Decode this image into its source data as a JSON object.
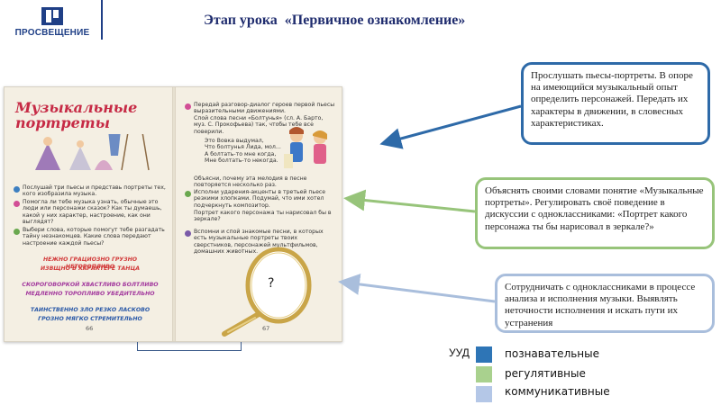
{
  "header": {
    "logo_text": "ПРОСВЕЩЕНИЕ",
    "title": "Этап урока  «Первичное ознакомление»"
  },
  "book": {
    "title": "Музыкальные портреты",
    "left": {
      "p1": "Послушай три пьесы и представь портреты тех, кого изобразила музыка.",
      "p2": "Помогла ли тебе музыка узнать, обычные это люди или персонажи сказок? Как ты думаешь, какой у них характер, настроение, как они выглядят?",
      "p3": "Выбери слова, которые помогут тебе разгадать тайну незнакомцев. Какие слова передают настроение каждой пьесы?",
      "words_red_1": "НЕЖНО  ГРАЦИОЗНО  ГРУЗНО  НЕТОРОПЛИВО",
      "words_red_2": "ИЗВЩНО  В ХАРАКТЕРЕ  ТАНЦА",
      "words_purple_1": "СКОРОГОВОРКОЙ  ХВАСТЛИВО  БОЛТЛИВО",
      "words_purple_2": "МЕДЛЕННО  ТОРОПЛИВО  УБЕДИТЕЛЬНО",
      "words_blue_1": "ТАИНСТВЕННО  ЗЛО  РЕЗКО  ЛАСКОВО",
      "words_blue_2": "ГРОЗНО  МЯГКО  СТРЕМИТЕЛЬНО",
      "page_number": "66"
    },
    "right": {
      "p1": "Передай разговор-диалог героев первой пьесы выразительными движениями.",
      "p1b": "Спой слова песни «Болтунья» (сл. А. Барто, муз. С. Прокофьева) так, чтобы тебе все поверили.",
      "poem_1": "Это Вовка выдумал,",
      "poem_2": "Что болтунья Лида, мол...",
      "poem_3": "А болтать-то мне когда,",
      "poem_4": "Мне болтать-то некогда.",
      "p2": "Объясни, почему эта мелодия в песне повторяется несколько раз.",
      "p3": "Исполни ударения-акценты в третьей пьесе резкими хлопками. Подумай, что ими хотел подчеркнуть композитор.",
      "p3b": "Портрет какого персонажа ты нарисовал бы в зеркале?",
      "p4": "Вспомни и спой знакомые песни, в которых есть музыкальные портреты твоих сверстников, персонажей мультфильмов, домашних животных.",
      "mirror_mark": "?",
      "page_number": "67"
    }
  },
  "callouts": {
    "cognitive": "Прослушать пьесы-портреты. В опоре на имеющийся музыкальный опыт определить персонажей. Передать их характеры  в движении, в словесных характеристиках.",
    "regulative": " Объяснять своими словами понятие «Музыкальные портреты». Регулировать своё поведение в дискуссии с одноклассниками: «Портрет какого персонажа ты бы нарисовал в зеркале?»",
    "communicative": "Сотрудничать с одноклассниками в процессе анализа и исполнения музыки. Выявлять неточности исполнения и искать пути их устранения"
  },
  "legend": {
    "label": "УУД",
    "items": [
      {
        "label": "познавательные",
        "color": "#2e75b6"
      },
      {
        "label": "регулятивные",
        "color": "#a9d18e"
      },
      {
        "label": "коммуникативные",
        "color": "#b4c7e7"
      }
    ]
  },
  "colors": {
    "accent_blue": "#2e6aa8",
    "accent_green": "#97c47a",
    "accent_light_blue": "#a9bedc",
    "title_navy": "#1f2c6e"
  }
}
